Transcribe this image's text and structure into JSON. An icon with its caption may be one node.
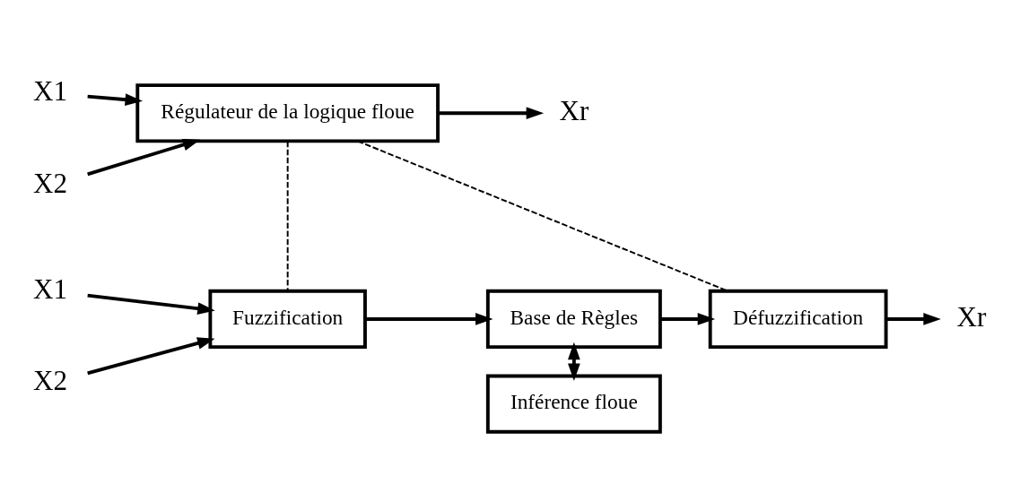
{
  "diagram": {
    "nodes": [
      {
        "text": [
          "X1"
        ]
      },
      {
        "text": [
          "X2"
        ]
      },
      {
        "text": [
          "Régulateur de la logique floue"
        ]
      },
      {
        "text": [
          "Xr"
        ]
      },
      {
        "text": [
          "Inférence floue"
        ]
      },
      {
        "text": [
          "X1"
        ]
      },
      {
        "text": [
          "X2"
        ]
      },
      {
        "text": [
          "Fuzzification"
        ]
      },
      {
        "text": [
          "Base de Règles"
        ]
      },
      {
        "text": [
          "Défuzzification"
        ]
      },
      {
        "text": [
          "Xr"
        ]
      }
    ],
    "edges": [
      {
        "from": 0,
        "to": 2,
        "arrow": "to"
      },
      {
        "from": 1,
        "to": 2,
        "arrow": "to"
      },
      {
        "from": 2,
        "to": 3,
        "arrow": "to"
      },
      {
        "from": 2,
        "to": 7,
        "arrow": "none",
        "style": "dashed"
      },
      {
        "from": 2,
        "to": 9,
        "arrow": "none",
        "style": "dashed"
      },
      {
        "from": 4,
        "to": 8,
        "arrow": "both"
      },
      {
        "from": 5,
        "to": 7,
        "arrow": "to"
      },
      {
        "from": 6,
        "to": 7,
        "arrow": "to"
      },
      {
        "from": 7,
        "to": 8,
        "arrow": "to"
      },
      {
        "from": 8,
        "to": 9,
        "arrow": "to"
      },
      {
        "from": 9,
        "to": 10,
        "arrow": "to"
      }
    ]
  }
}
